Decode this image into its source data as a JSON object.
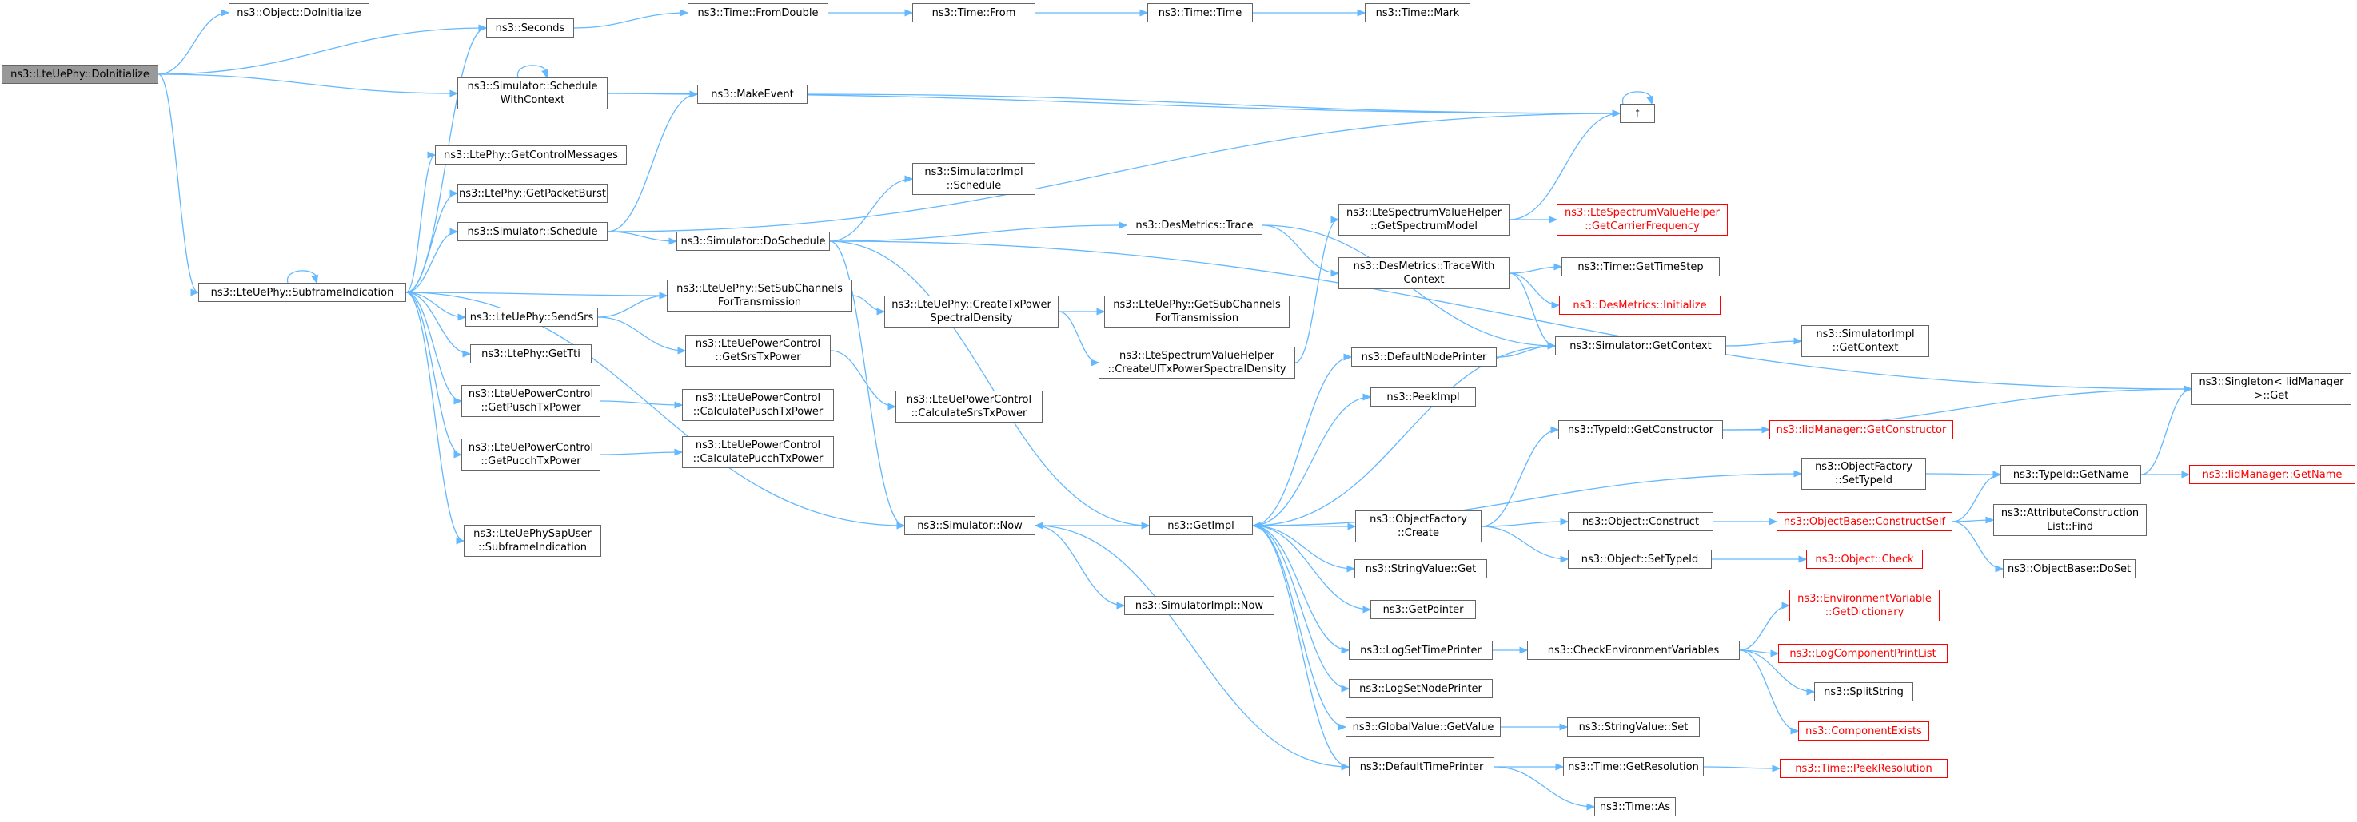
{
  "graph": {
    "nodes": {
      "n_doinitialize": {
        "lines": [
          "ns3::LteUePhy::DoInitialize"
        ],
        "style": "root"
      },
      "n_obj_doinit": {
        "lines": [
          "ns3::Object::DoInitialize"
        ],
        "style": "normal"
      },
      "n_seconds": {
        "lines": [
          "ns3::Seconds"
        ],
        "style": "normal"
      },
      "n_fromdouble": {
        "lines": [
          "ns3::Time::FromDouble"
        ],
        "style": "normal"
      },
      "n_timefrom": {
        "lines": [
          "ns3::Time::From"
        ],
        "style": "normal"
      },
      "n_timetime": {
        "lines": [
          "ns3::Time::Time"
        ],
        "style": "normal"
      },
      "n_timemark": {
        "lines": [
          "ns3::Time::Mark"
        ],
        "style": "normal"
      },
      "n_schedwith": {
        "lines": [
          "ns3::Simulator::Schedule",
          "WithContext"
        ],
        "style": "normal"
      },
      "n_makeevent": {
        "lines": [
          "ns3::MakeEvent"
        ],
        "style": "normal"
      },
      "n_f": {
        "lines": [
          "f"
        ],
        "style": "normal"
      },
      "n_getctrlmsg": {
        "lines": [
          "ns3::LtePhy::GetControlMessages"
        ],
        "style": "normal"
      },
      "n_getpktburst": {
        "lines": [
          "ns3::LtePhy::GetPacketBurst"
        ],
        "style": "normal"
      },
      "n_schedule": {
        "lines": [
          "ns3::Simulator::Schedule"
        ],
        "style": "normal"
      },
      "n_implschedule": {
        "lines": [
          "ns3::SimulatorImpl",
          "::Schedule"
        ],
        "style": "normal"
      },
      "n_doschedule": {
        "lines": [
          "ns3::Simulator::DoSchedule"
        ],
        "style": "normal"
      },
      "n_subframe": {
        "lines": [
          "ns3::LteUePhy::SubframeIndication"
        ],
        "style": "normal"
      },
      "n_setsubch": {
        "lines": [
          "ns3::LteUePhy::SetSubChannels",
          "ForTransmission"
        ],
        "style": "normal"
      },
      "n_sendsrs": {
        "lines": [
          "ns3::LteUePhy::SendSrs"
        ],
        "style": "normal"
      },
      "n_gettti": {
        "lines": [
          "ns3::LtePhy::GetTti"
        ],
        "style": "normal"
      },
      "n_getpusch": {
        "lines": [
          "ns3::LteUePowerControl",
          "::GetPuschTxPower"
        ],
        "style": "normal"
      },
      "n_getpucch": {
        "lines": [
          "ns3::LteUePowerControl",
          "::GetPucchTxPower"
        ],
        "style": "normal"
      },
      "n_sapuser": {
        "lines": [
          "ns3::LteUePhySapUser",
          "::SubframeIndication"
        ],
        "style": "normal"
      },
      "n_getsrs": {
        "lines": [
          "ns3::LteUePowerControl",
          "::GetSrsTxPower"
        ],
        "style": "normal"
      },
      "n_calcpusch": {
        "lines": [
          "ns3::LteUePowerControl",
          "::CalculatePuschTxPower"
        ],
        "style": "normal"
      },
      "n_calcpucch": {
        "lines": [
          "ns3::LteUePowerControl",
          "::CalculatePucchTxPower"
        ],
        "style": "normal"
      },
      "n_calcsrs": {
        "lines": [
          "ns3::LteUePowerControl",
          "::CalculateSrsTxPower"
        ],
        "style": "normal"
      },
      "n_createtxpsd": {
        "lines": [
          "ns3::LteUePhy::CreateTxPower",
          "SpectralDensity"
        ],
        "style": "normal"
      },
      "n_getsubch": {
        "lines": [
          "ns3::LteUePhy::GetSubChannels",
          "ForTransmission"
        ],
        "style": "normal"
      },
      "n_createulpsd": {
        "lines": [
          "ns3::LteSpectrumValueHelper",
          "::CreateUlTxPowerSpectralDensity"
        ],
        "style": "normal"
      },
      "n_destrace": {
        "lines": [
          "ns3::DesMetrics::Trace"
        ],
        "style": "normal"
      },
      "n_getspecmodel": {
        "lines": [
          "ns3::LteSpectrumValueHelper",
          "::GetSpectrumModel"
        ],
        "style": "normal"
      },
      "n_getcarrier": {
        "lines": [
          "ns3::LteSpectrumValueHelper",
          "::GetCarrierFrequency"
        ],
        "style": "red"
      },
      "n_tracewith": {
        "lines": [
          "ns3::DesMetrics::TraceWith",
          "Context"
        ],
        "style": "normal"
      },
      "n_gettimestep": {
        "lines": [
          "ns3::Time::GetTimeStep"
        ],
        "style": "normal"
      },
      "n_desinit": {
        "lines": [
          "ns3::DesMetrics::Initialize"
        ],
        "style": "red"
      },
      "n_defnodeprinter": {
        "lines": [
          "ns3::DefaultNodePrinter"
        ],
        "style": "normal"
      },
      "n_getcontext": {
        "lines": [
          "ns3::Simulator::GetContext"
        ],
        "style": "normal"
      },
      "n_implgetctx": {
        "lines": [
          "ns3::SimulatorImpl",
          "::GetContext"
        ],
        "style": "normal"
      },
      "n_singleton": {
        "lines": [
          "ns3::Singleton< IidManager",
          ">::Get"
        ],
        "style": "normal"
      },
      "n_peekimpl": {
        "lines": [
          "ns3::PeekImpl"
        ],
        "style": "normal"
      },
      "n_typeidgetctor": {
        "lines": [
          "ns3::TypeId::GetConstructor"
        ],
        "style": "normal"
      },
      "n_iidgetctor": {
        "lines": [
          "ns3::IidManager::GetConstructor"
        ],
        "style": "red"
      },
      "n_objfactsettid": {
        "lines": [
          "ns3::ObjectFactory",
          "::SetTypeId"
        ],
        "style": "normal"
      },
      "n_typeidgetname": {
        "lines": [
          "ns3::TypeId::GetName"
        ],
        "style": "normal"
      },
      "n_iidgetname": {
        "lines": [
          "ns3::IidManager::GetName"
        ],
        "style": "red"
      },
      "n_simnow": {
        "lines": [
          "ns3::Simulator::Now"
        ],
        "style": "normal"
      },
      "n_getimpl": {
        "lines": [
          "ns3::GetImpl"
        ],
        "style": "normal"
      },
      "n_objfactcreate": {
        "lines": [
          "ns3::ObjectFactory",
          "::Create"
        ],
        "style": "normal"
      },
      "n_objconstruct": {
        "lines": [
          "ns3::Object::Construct"
        ],
        "style": "normal"
      },
      "n_objbaseconstruct": {
        "lines": [
          "ns3::ObjectBase::ConstructSelf"
        ],
        "style": "red"
      },
      "n_attrfind": {
        "lines": [
          "ns3::AttributeConstruction",
          "List::Find"
        ],
        "style": "normal"
      },
      "n_stringget": {
        "lines": [
          "ns3::StringValue::Get"
        ],
        "style": "normal"
      },
      "n_objsettid": {
        "lines": [
          "ns3::Object::SetTypeId"
        ],
        "style": "normal"
      },
      "n_objcheck": {
        "lines": [
          "ns3::Object::Check"
        ],
        "style": "red"
      },
      "n_objbasedoset": {
        "lines": [
          "ns3::ObjectBase::DoSet"
        ],
        "style": "normal"
      },
      "n_implnow": {
        "lines": [
          "ns3::SimulatorImpl::Now"
        ],
        "style": "normal"
      },
      "n_getpointer": {
        "lines": [
          "ns3::GetPointer"
        ],
        "style": "normal"
      },
      "n_envgetdict": {
        "lines": [
          "ns3::EnvironmentVariable",
          "::GetDictionary"
        ],
        "style": "red"
      },
      "n_logsettime": {
        "lines": [
          "ns3::LogSetTimePrinter"
        ],
        "style": "normal"
      },
      "n_checkenv": {
        "lines": [
          "ns3::CheckEnvironmentVariables"
        ],
        "style": "normal"
      },
      "n_logcompprint": {
        "lines": [
          "ns3::LogComponentPrintList"
        ],
        "style": "red"
      },
      "n_splitstring": {
        "lines": [
          "ns3::SplitString"
        ],
        "style": "normal"
      },
      "n_logsetnode": {
        "lines": [
          "ns3::LogSetNodePrinter"
        ],
        "style": "normal"
      },
      "n_compexists": {
        "lines": [
          "ns3::ComponentExists"
        ],
        "style": "red"
      },
      "n_globalget": {
        "lines": [
          "ns3::GlobalValue::GetValue"
        ],
        "style": "normal"
      },
      "n_stringset": {
        "lines": [
          "ns3::StringValue::Set"
        ],
        "style": "normal"
      },
      "n_deftimeprinter": {
        "lines": [
          "ns3::DefaultTimePrinter"
        ],
        "style": "normal"
      },
      "n_getresolution": {
        "lines": [
          "ns3::Time::GetResolution"
        ],
        "style": "normal"
      },
      "n_peekresolution": {
        "lines": [
          "ns3::Time::PeekResolution"
        ],
        "style": "red"
      },
      "n_timeas": {
        "lines": [
          "ns3::Time::As"
        ],
        "style": "normal"
      }
    },
    "edges": [
      [
        "n_doinitialize",
        "n_obj_doinit"
      ],
      [
        "n_doinitialize",
        "n_seconds"
      ],
      [
        "n_doinitialize",
        "n_schedwith"
      ],
      [
        "n_doinitialize",
        "n_subframe"
      ],
      [
        "n_seconds",
        "n_fromdouble"
      ],
      [
        "n_fromdouble",
        "n_timefrom"
      ],
      [
        "n_timefrom",
        "n_timetime"
      ],
      [
        "n_timetime",
        "n_timemark"
      ],
      [
        "n_schedwith",
        "n_schedwith"
      ],
      [
        "n_schedwith",
        "n_makeevent"
      ],
      [
        "n_schedwith",
        "n_f"
      ],
      [
        "n_makeevent",
        "n_f"
      ],
      [
        "n_f",
        "n_f"
      ],
      [
        "n_subframe",
        "n_subframe"
      ],
      [
        "n_subframe",
        "n_seconds"
      ],
      [
        "n_subframe",
        "n_getctrlmsg"
      ],
      [
        "n_subframe",
        "n_getpktburst"
      ],
      [
        "n_subframe",
        "n_schedule"
      ],
      [
        "n_subframe",
        "n_setsubch"
      ],
      [
        "n_subframe",
        "n_sendsrs"
      ],
      [
        "n_subframe",
        "n_gettti"
      ],
      [
        "n_subframe",
        "n_getpusch"
      ],
      [
        "n_subframe",
        "n_getpucch"
      ],
      [
        "n_subframe",
        "n_sapuser"
      ],
      [
        "n_subframe",
        "n_simnow"
      ],
      [
        "n_schedule",
        "n_makeevent"
      ],
      [
        "n_schedule",
        "n_f"
      ],
      [
        "n_schedule",
        "n_doschedule"
      ],
      [
        "n_doschedule",
        "n_implschedule"
      ],
      [
        "n_doschedule",
        "n_destrace"
      ],
      [
        "n_doschedule",
        "n_singleton"
      ],
      [
        "n_doschedule",
        "n_simnow"
      ],
      [
        "n_doschedule",
        "n_getimpl"
      ],
      [
        "n_sendsrs",
        "n_setsubch"
      ],
      [
        "n_sendsrs",
        "n_getsrs"
      ],
      [
        "n_getsrs",
        "n_calcsrs"
      ],
      [
        "n_getpusch",
        "n_calcpusch"
      ],
      [
        "n_getpucch",
        "n_calcpucch"
      ],
      [
        "n_setsubch",
        "n_createtxpsd"
      ],
      [
        "n_createtxpsd",
        "n_getsubch"
      ],
      [
        "n_createtxpsd",
        "n_createulpsd"
      ],
      [
        "n_createulpsd",
        "n_getspecmodel"
      ],
      [
        "n_getspecmodel",
        "n_f"
      ],
      [
        "n_getspecmodel",
        "n_getcarrier"
      ],
      [
        "n_destrace",
        "n_tracewith"
      ],
      [
        "n_destrace",
        "n_getcontext"
      ],
      [
        "n_tracewith",
        "n_gettimestep"
      ],
      [
        "n_tracewith",
        "n_desinit"
      ],
      [
        "n_tracewith",
        "n_getcontext"
      ],
      [
        "n_getcontext",
        "n_implgetctx"
      ],
      [
        "n_getcontext",
        "n_getimpl"
      ],
      [
        "n_simnow",
        "n_getimpl"
      ],
      [
        "n_simnow",
        "n_implnow"
      ],
      [
        "n_getimpl",
        "n_defnodeprinter"
      ],
      [
        "n_getimpl",
        "n_peekimpl"
      ],
      [
        "n_getimpl",
        "n_objfactsettid"
      ],
      [
        "n_getimpl",
        "n_objfactcreate"
      ],
      [
        "n_getimpl",
        "n_stringget"
      ],
      [
        "n_getimpl",
        "n_getpointer"
      ],
      [
        "n_getimpl",
        "n_logsettime"
      ],
      [
        "n_getimpl",
        "n_logsetnode"
      ],
      [
        "n_getimpl",
        "n_globalget"
      ],
      [
        "n_getimpl",
        "n_deftimeprinter"
      ],
      [
        "n_defnodeprinter",
        "n_getcontext"
      ],
      [
        "n_deftimeprinter",
        "n_simnow"
      ],
      [
        "n_deftimeprinter",
        "n_getresolution"
      ],
      [
        "n_deftimeprinter",
        "n_timeas"
      ],
      [
        "n_getresolution",
        "n_peekresolution"
      ],
      [
        "n_objfactsettid",
        "n_typeidgetname"
      ],
      [
        "n_typeidgetname",
        "n_singleton"
      ],
      [
        "n_typeidgetname",
        "n_iidgetname"
      ],
      [
        "n_objfactcreate",
        "n_typeidgetctor"
      ],
      [
        "n_objfactcreate",
        "n_objconstruct"
      ],
      [
        "n_objfactcreate",
        "n_objsettid"
      ],
      [
        "n_typeidgetctor",
        "n_singleton"
      ],
      [
        "n_typeidgetctor",
        "n_iidgetctor"
      ],
      [
        "n_objconstruct",
        "n_objbaseconstruct"
      ],
      [
        "n_objbaseconstruct",
        "n_typeidgetname"
      ],
      [
        "n_objbaseconstruct",
        "n_attrfind"
      ],
      [
        "n_objbaseconstruct",
        "n_objbasedoset"
      ],
      [
        "n_objsettid",
        "n_objcheck"
      ],
      [
        "n_logsettime",
        "n_checkenv"
      ],
      [
        "n_checkenv",
        "n_envgetdict"
      ],
      [
        "n_checkenv",
        "n_logcompprint"
      ],
      [
        "n_checkenv",
        "n_splitstring"
      ],
      [
        "n_checkenv",
        "n_compexists"
      ],
      [
        "n_globalget",
        "n_stringset"
      ]
    ]
  }
}
